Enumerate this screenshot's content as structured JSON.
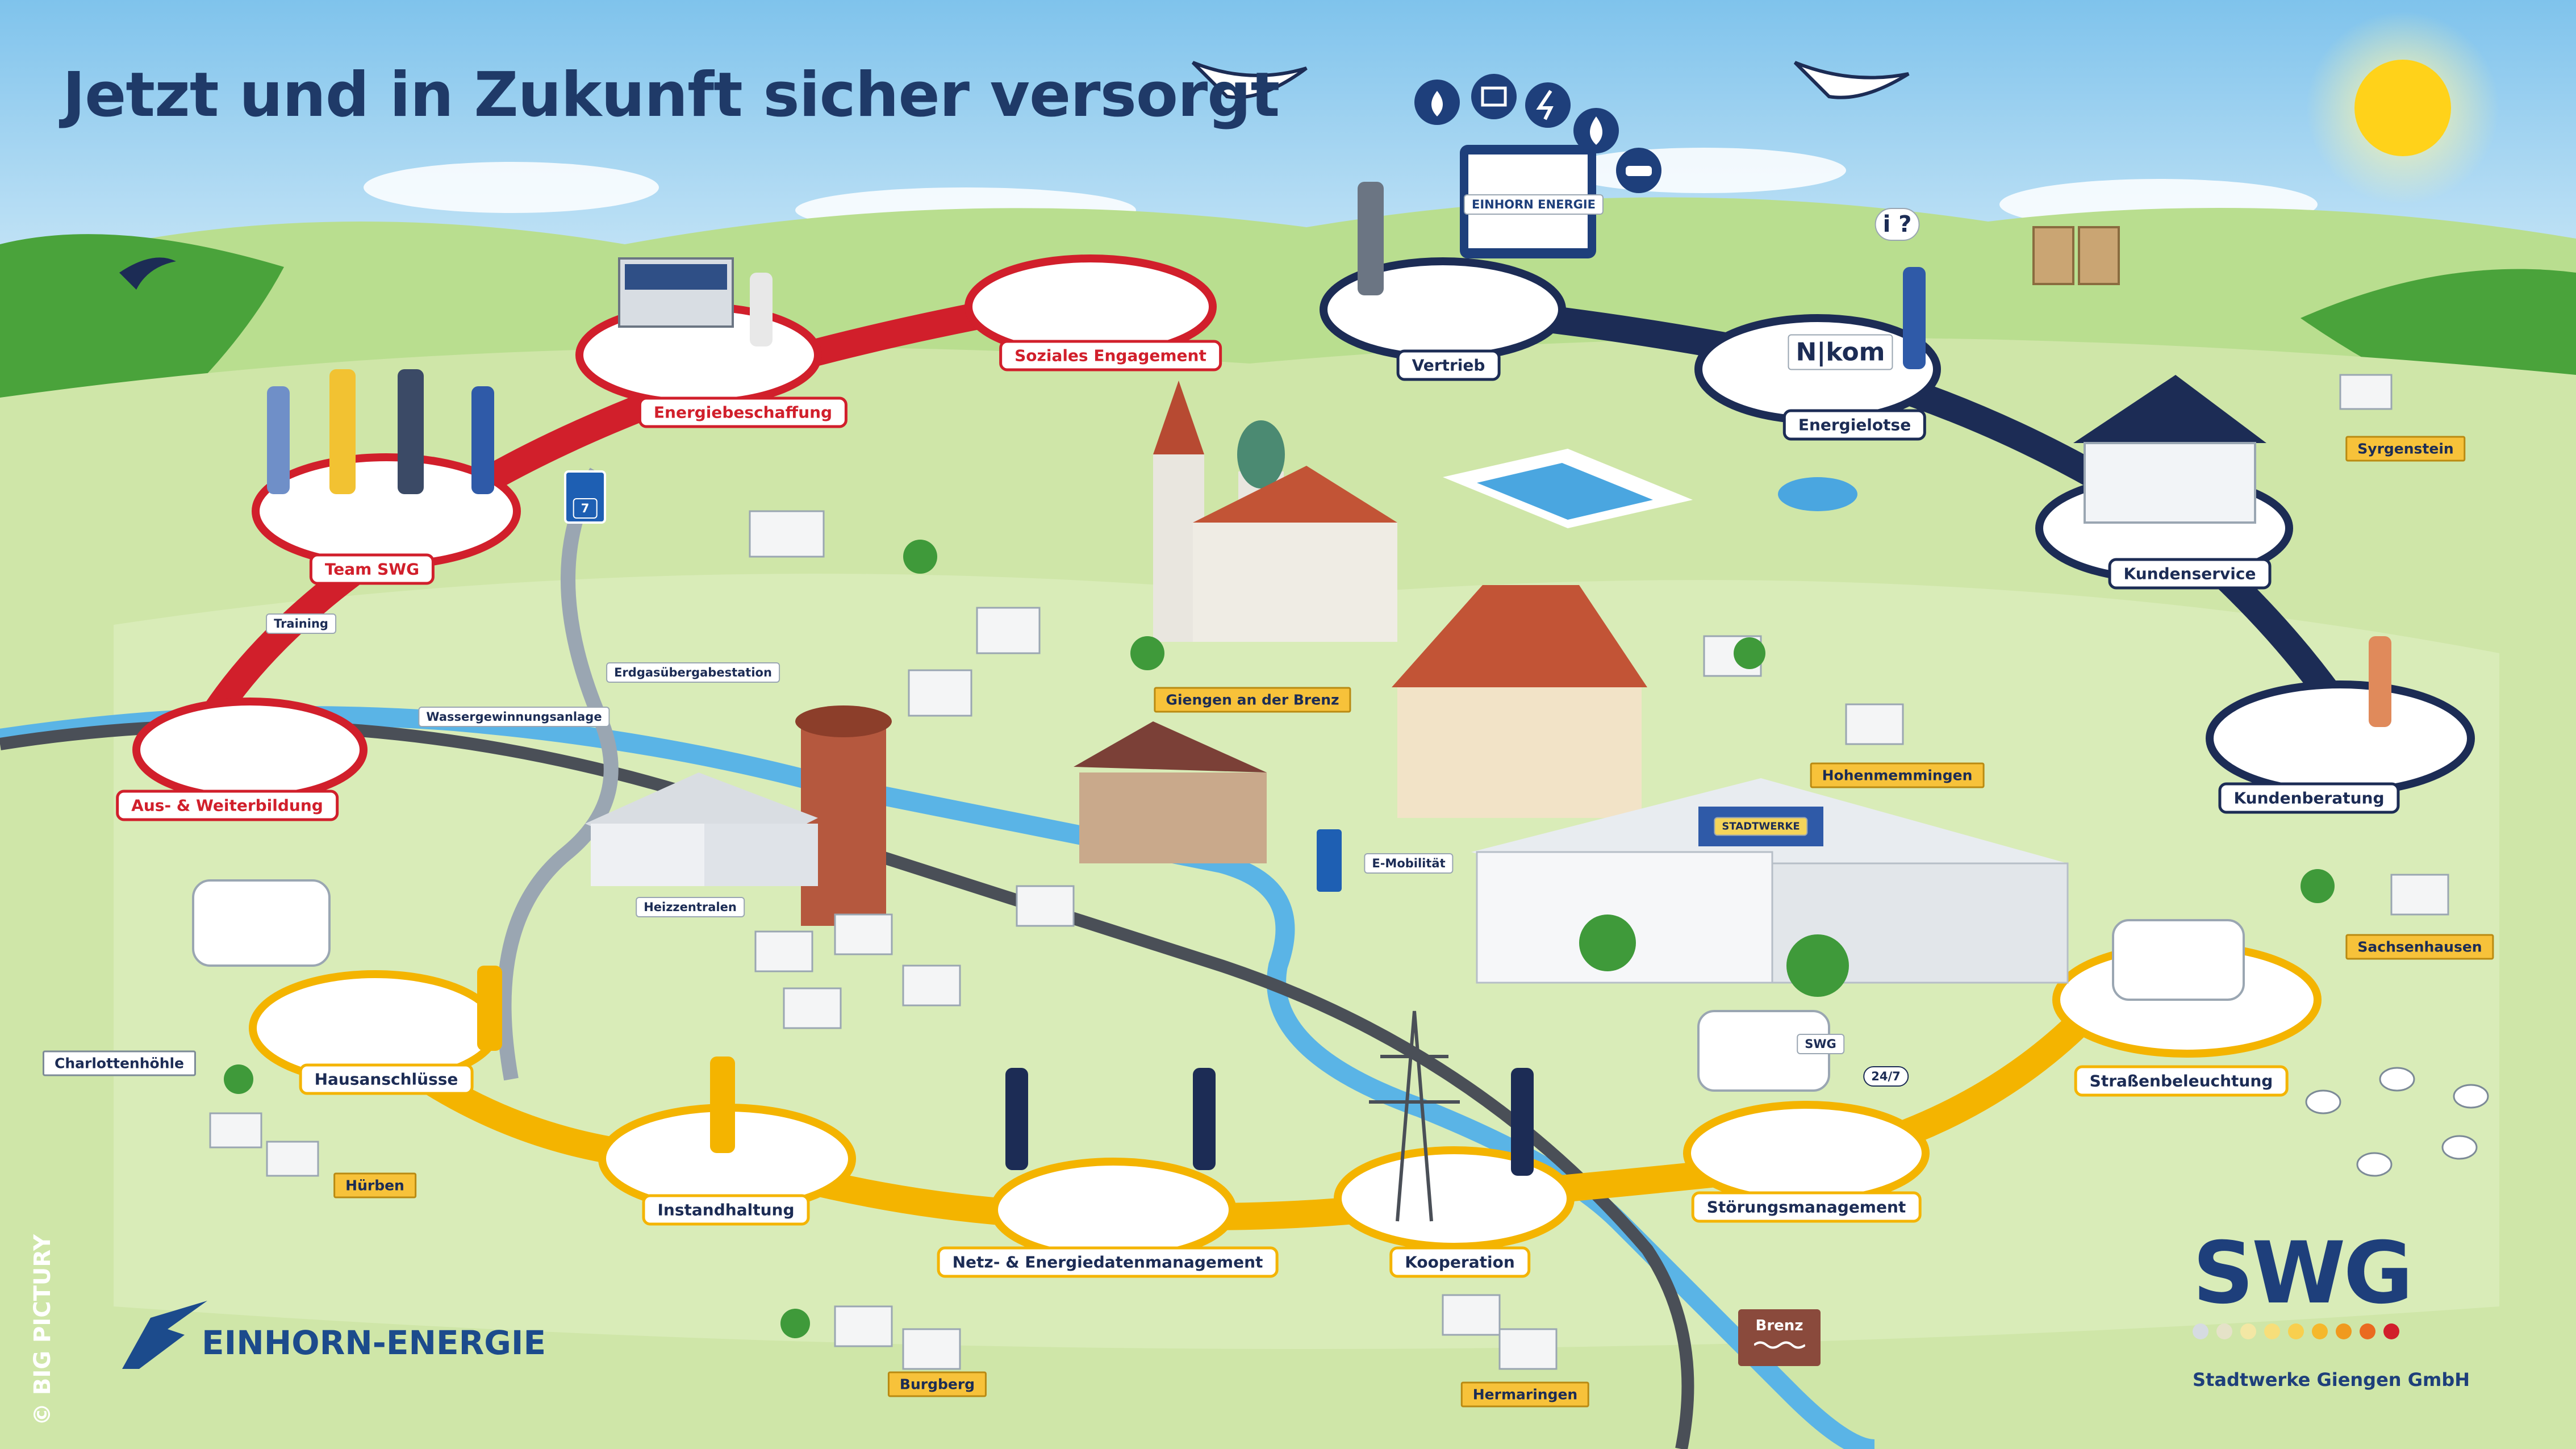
{
  "title": "Jetzt und in Zukunft sicher versorgt",
  "colors": {
    "red_route": "#d11f2b",
    "navy_route": "#1c2c55",
    "gold_route": "#f4b400",
    "brand_blue": "#1e3f7b"
  },
  "stations": {
    "team_swg": "Team SWG",
    "energiebeschaffung": "Energiebeschaffung",
    "soziales_engagement": "Soziales Engagement",
    "vertrieb": "Vertrieb",
    "energielotse": "Energielotse",
    "kundenservice": "Kundenservice",
    "kundenberatung": "Kundenberatung",
    "aus_weiterbildung": "Aus- & Weiterbildung",
    "hausanschluesse": "Hausanschlüsse",
    "instandhaltung": "Instandhaltung",
    "netz_energiedaten": "Netz- & Energiedatenmanagement",
    "kooperation": "Kooperation",
    "stoerungsmanagement": "Störungsmanagement",
    "strassenbeleuchtung": "Straßenbeleuchtung"
  },
  "places": {
    "giengen": "Giengen an der Brenz",
    "hohenmemmingen": "Hohenmemmingen",
    "syrgenstein": "Syrgenstein",
    "sachsenhausen": "Sachsenhausen",
    "charlottenhoehle": "Charlottenhöhle",
    "huerben": "Hürben",
    "burgberg": "Burgberg",
    "hermaringen": "Hermaringen"
  },
  "facilities": {
    "erdgas": "Erdgasübergabestation",
    "wasser": "Wassergewinnungsanlage",
    "heizzentralen": "Heizzentralen",
    "emobilitaet": "E-Mobilität",
    "training": "Training"
  },
  "misc": {
    "autobahn": "7",
    "brenz": "Brenz",
    "nikom": "N|kom",
    "info_icons": "i ?",
    "hotline": "24/7",
    "einhorn_brand": "EINHORN ENERGIE",
    "swg_vehicle": "SWG",
    "stadtwerke_sign": "STADTWERKE"
  },
  "branding": {
    "einhorn": "EINHORN-ENERGIE",
    "swg_logo": "SWG",
    "swg_company": "Stadtwerke Giengen GmbH",
    "copyright": "© BIG PICTURY"
  },
  "service_icons": [
    "flame-icon",
    "radiator-icon",
    "lightning-icon",
    "water-drop-icon",
    "e-car-icon"
  ]
}
